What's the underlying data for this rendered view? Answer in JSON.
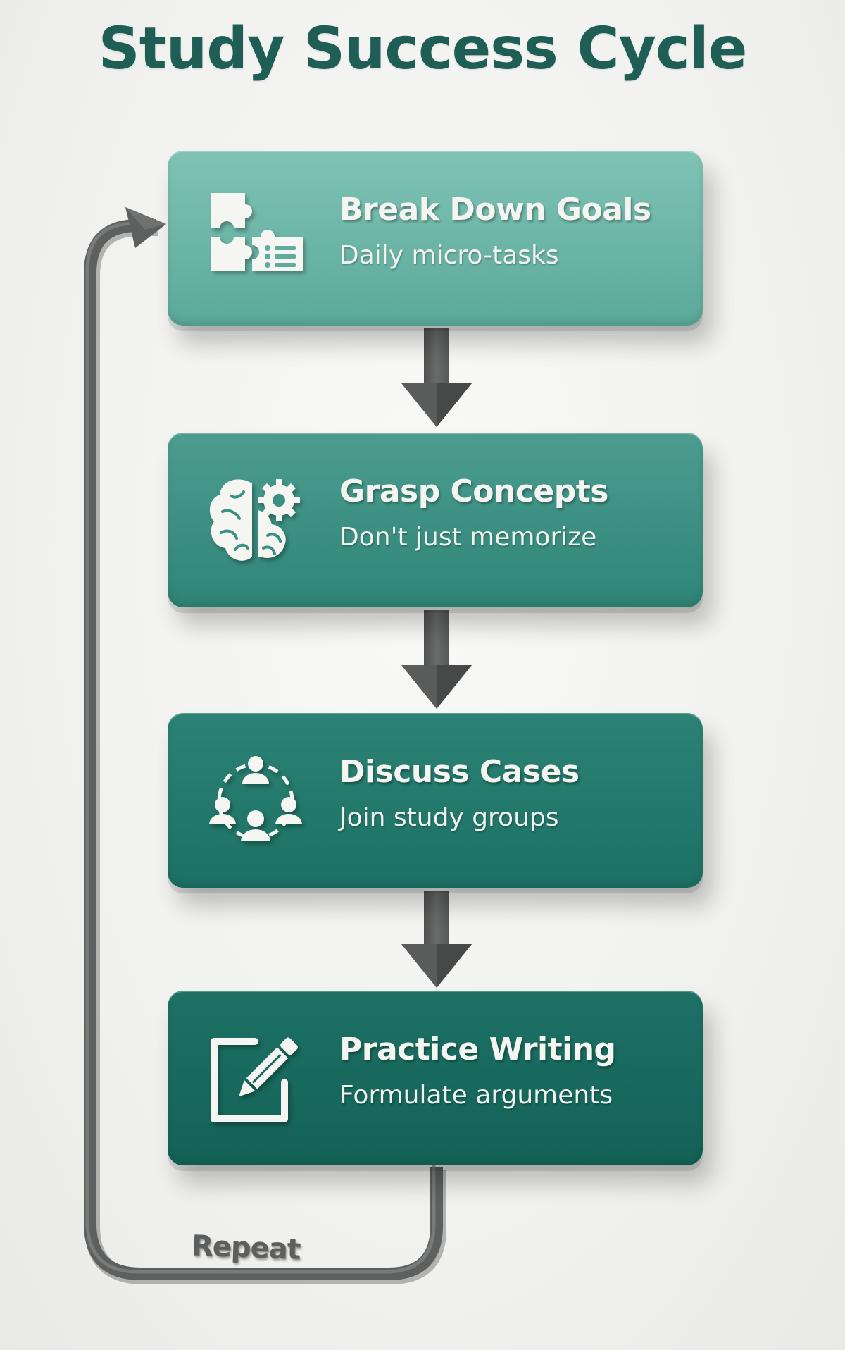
{
  "title": "Study Success Cycle",
  "colors": {
    "title": "#1f5e55",
    "card_1": "#6bb6a7",
    "card_2": "#3a9082",
    "card_3": "#22786b",
    "card_4": "#17675c",
    "arrow": "#5e605f"
  },
  "steps": [
    {
      "heading": "Break Down Goals",
      "sub": "Daily micro-tasks",
      "icon": "puzzle-checklist-icon"
    },
    {
      "heading": "Grasp Concepts",
      "sub": "Don't just memorize",
      "icon": "brain-gear-icon"
    },
    {
      "heading": "Discuss Cases",
      "sub": "Join study groups",
      "icon": "people-circle-icon"
    },
    {
      "heading": "Practice Writing",
      "sub": "Formulate arguments",
      "icon": "pen-square-icon"
    }
  ],
  "loop_label": "Repeat"
}
